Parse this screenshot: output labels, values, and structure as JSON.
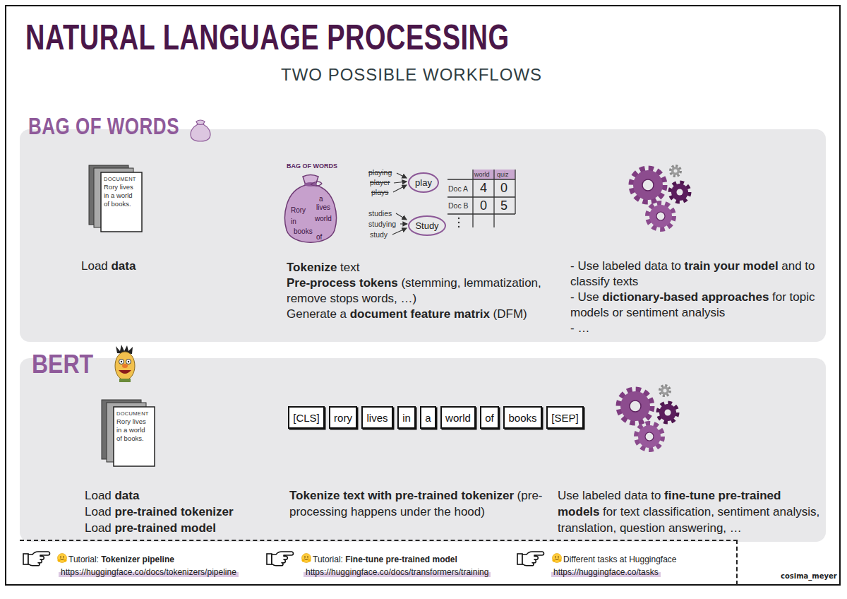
{
  "diagram": {
    "title": "NATURAL LANGUAGE PROCESSING",
    "nodes": [
      {
        "text": [
          "BAG OF WORDS",
          "Load",
          "data",
          "Tokenize",
          "text",
          "Pre-process tokens",
          "(stemming, lemmatization, remove stops words, …)",
          "Generate a",
          "document feature matrix",
          "(DFM)",
          "- Use labeled data to",
          "train your model",
          "and to classify texts",
          "- Use",
          "dictionary-based approaches",
          "for topic models or sentiment analysis",
          "- …"
        ]
      },
      {
        "text": [
          "DOCUMENT",
          "Rory lives in a world of books."
        ],
        "in": 0
      },
      {
        "text": [
          "BAG OF WORDS",
          "a",
          "lives",
          "Rory",
          "world",
          "in",
          "books",
          "of"
        ],
        "in": 0
      },
      {
        "text": [
          "play"
        ],
        "in": 0
      },
      {
        "text": [
          "Study"
        ],
        "in": 0
      },
      {
        "text": [
          "BERT",
          "Load",
          "data",
          "Load",
          "pre-trained tokenizer",
          "Load",
          "pre-trained model",
          "Tokenize text with pre-trained tokenizer",
          "(pre-processing happens under the hood)",
          "Use labeled data to",
          "fine-tune pre-trained models",
          "for text classification, sentiment analysis, translation, question answering, …"
        ]
      },
      {
        "text": [
          "DOCUMENT",
          "Rory lives in a world of books."
        ],
        "in": 5
      },
      {
        "text": [
          "[CLS]"
        ],
        "in": 5
      },
      {
        "text": [
          "rory"
        ],
        "in": 5
      },
      {
        "text": [
          "lives"
        ],
        "in": 5
      },
      {
        "text": [
          "in"
        ],
        "in": 5
      },
      {
        "text": [
          "a"
        ],
        "in": 5
      },
      {
        "text": [
          "world"
        ],
        "in": 5
      },
      {
        "text": [
          "of"
        ],
        "in": 5
      },
      {
        "text": [
          "books"
        ],
        "in": 5
      },
      {
        "text": [
          "[SEP]"
        ],
        "in": 5
      },
      {
        "text": [
          "Tutorial:",
          "Tokenizer pipeline",
          "https://huggingface.co/docs/tokenizers/pipeline",
          "Tutorial:",
          "Fine-tune pre-trained model",
          "https://huggingface.co/docs/transformers/training",
          "Different tasks at Huggingface",
          "https://huggingface.co/tasks"
        ]
      }
    ],
    "labels": [
      "TWO POSSIBLE WORKFLOWS",
      "playing",
      "player",
      "plays",
      "studies",
      "studying",
      "study",
      "world",
      "quiz",
      "Doc A",
      "4",
      "0",
      "Doc B",
      "0",
      "5",
      "cosima_meyer"
    ]
  }
}
